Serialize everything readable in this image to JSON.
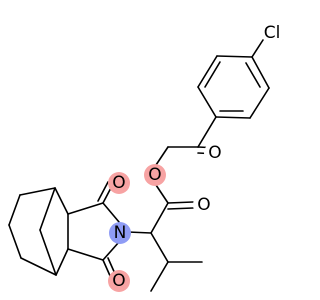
{
  "molecule": {
    "atoms": {
      "cl": {
        "label": "Cl",
        "color": "#000000"
      },
      "o_ketone": {
        "label": "O",
        "color": "#000000",
        "highlight": "#f7a3a3"
      },
      "o_ester": {
        "label": "O",
        "color": "#000000",
        "highlight": "#f7a3a3"
      },
      "o_carbonyl_ester": {
        "label": "O",
        "color": "#000000",
        "highlight": "#f7a3a3"
      },
      "o_imide_top": {
        "label": "O",
        "color": "#000000",
        "highlight": "#f7a3a3"
      },
      "o_imide_bottom": {
        "label": "O",
        "color": "#000000",
        "highlight": "#f7a3a3"
      },
      "n_imide": {
        "label": "N",
        "color": "#000000",
        "highlight": "#8f9cf5"
      }
    }
  }
}
